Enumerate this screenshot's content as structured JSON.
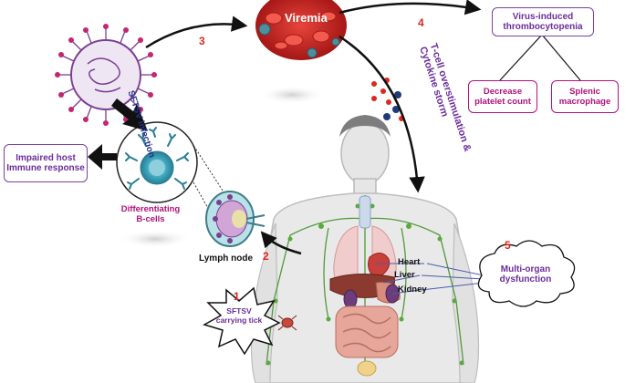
{
  "labels": {
    "viremia": "Viremia",
    "sftsv_infection": "SFTSV infection",
    "impaired_response": "Impaired host Immune response",
    "differentiating_bcells": "Differentiating B-cells",
    "lymph_node": "Lymph node",
    "tcell": "T-cell overstimulation & Cytokine storm",
    "thrombocytopenia": "Virus-induced thrombocytopenia",
    "decrease_platelet": "Decrease platelet count",
    "splenic_macrophage": "Splenic macrophage",
    "heart": "Heart",
    "liver": "Liver",
    "kidney": "Kidney",
    "multi_organ": "Multi-organ dysfunction",
    "tick": "SFTSV carrying tick"
  },
  "steps": [
    "1",
    "2",
    "3",
    "4",
    "5"
  ],
  "colors": {
    "accent_red": "#e0271f",
    "purple": "#6b2d9a",
    "magenta": "#b0127a",
    "navy": "#23328c",
    "box_border": "#7b3fa0"
  }
}
